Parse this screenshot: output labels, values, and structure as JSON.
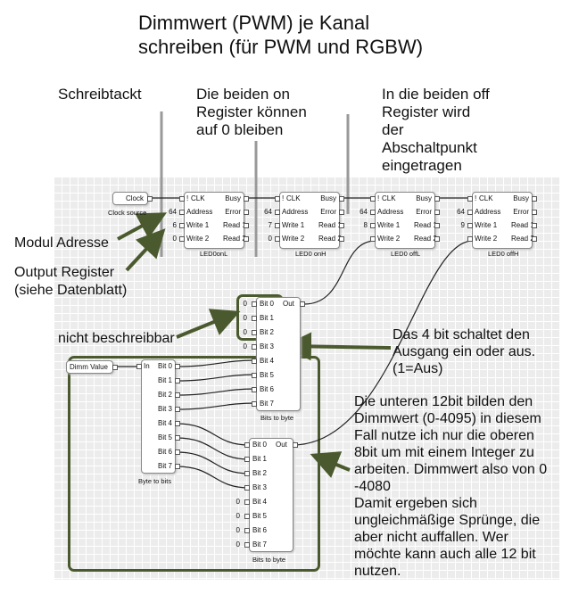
{
  "title": {
    "line1": "Dimmwert (PWM) je Kanal",
    "line2": "schreiben (für PWM und RGBW)"
  },
  "annotations": {
    "schreibtackt": "Schreibtackt",
    "on_register": "Die beiden on\nRegister können\nauf 0 bleiben",
    "off_register": "In die beiden off\nRegister wird\nder\nAbschaltpunkt\neingetragen",
    "modul_adresse": "Modul Adresse",
    "output_register": "Output Register\n(siehe Datenblatt)",
    "nicht_beschreibbar": "nicht beschreibbar",
    "bit4": "Das 4 bit schaltet den\nAusgang ein oder aus.\n(1=Aus)",
    "dimm_info": "Die unteren 12bit bilden den\nDimmwert (0-4095) in diesem\nFall nutze ich nur die oberen\n8bit um mit einem Integer zu\narbeiten. Dimmwert also von 0\n-4080\nDamit ergeben sich\nungleichmäßige Sprünge, die\naber nicht auffallen. Wer\nmöchte kann auch alle 12 bit\nnutzen."
  },
  "clock": {
    "label": "Clock",
    "caption": "Clock source"
  },
  "dimm_value": {
    "label": "Dimm Value"
  },
  "led_blocks": [
    {
      "name": "LED0onL",
      "address": "64",
      "write1": "6",
      "write2": "0"
    },
    {
      "name": "LED0 onH",
      "address": "64",
      "write1": "7",
      "write2": "0"
    },
    {
      "name": "LED0 offL",
      "address": "64",
      "write1": "8",
      "write2": ""
    },
    {
      "name": "LED0 offH",
      "address": "64",
      "write1": "9",
      "write2": ""
    }
  ],
  "led_ports": {
    "clk": "CLK",
    "busy": "Busy",
    "address": "Address",
    "error": "Error",
    "write1": "Write 1",
    "read1": "Read 1",
    "write2": "Write 2",
    "read2": "Read 2",
    "flag": "!"
  },
  "bits_to_byte_top": {
    "caption": "Bits to byte",
    "out": "Out",
    "inputs": [
      "Bit 0",
      "Bit 1",
      "Bit 2",
      "Bit 3",
      "Bit 4",
      "Bit 5",
      "Bit 6",
      "Bit 7"
    ],
    "values": [
      "0",
      "0",
      "0",
      "0",
      "",
      "",
      "",
      ""
    ]
  },
  "byte_to_bits": {
    "caption": "Byte to bits",
    "in": "In",
    "outputs": [
      "Bit 0",
      "Bit 1",
      "Bit 2",
      "Bit 3",
      "Bit 4",
      "Bit 5",
      "Bit 6",
      "Bit 7"
    ]
  },
  "bits_to_byte_bottom": {
    "caption": "Bits to byte",
    "out": "Out",
    "inputs": [
      "Bit 0",
      "Bit 1",
      "Bit 2",
      "Bit 3",
      "Bit 4",
      "Bit 5",
      "Bit 6",
      "Bit 7"
    ],
    "values": [
      "",
      "",
      "",
      "",
      "0",
      "0",
      "0",
      "0"
    ]
  },
  "colors": {
    "arrow": "#4a5a2e",
    "grid": "#ececec",
    "wire": "#222222"
  }
}
